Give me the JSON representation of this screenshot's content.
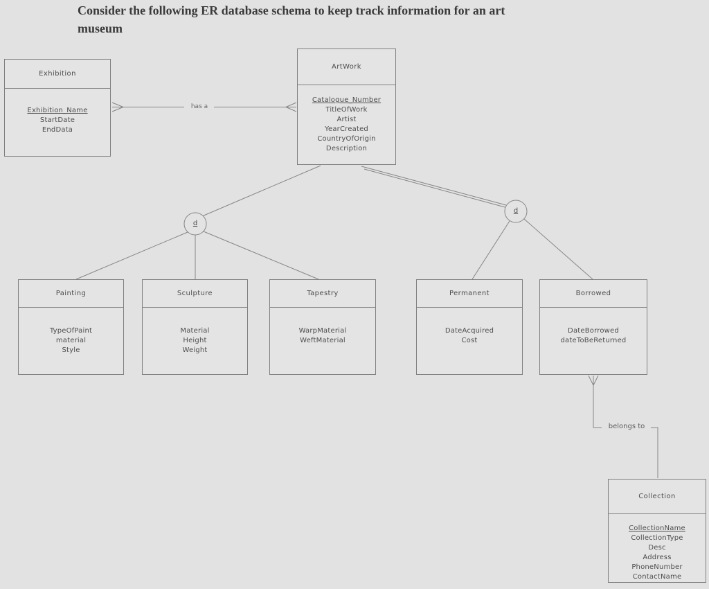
{
  "title": {
    "line1": "Consider the following ER database schema to keep track information for an art",
    "line2": "museum"
  },
  "relationships": {
    "has_a_label": "has a",
    "belongs_to_label": "belongs to"
  },
  "specializations": {
    "left_label": "d",
    "right_label": "d"
  },
  "entities": {
    "exhibition": {
      "name": "Exhibition",
      "attributes": [
        "Exhibition_Name",
        "StartDate",
        "EndData"
      ]
    },
    "artwork": {
      "name": "ArtWork",
      "attributes": [
        "Catalogue_Number",
        "TitleOfWork",
        "Artist",
        "YearCreated",
        "CountryOfOrigin",
        "Description"
      ]
    },
    "painting": {
      "name": "Painting",
      "attributes": [
        "TypeOfPaint",
        "material",
        "Style"
      ]
    },
    "sculpture": {
      "name": "Sculpture",
      "attributes": [
        "Material",
        "Height",
        "Weight"
      ]
    },
    "tapestry": {
      "name": "Tapestry",
      "attributes": [
        "WarpMaterial",
        "WeftMaterial"
      ]
    },
    "permanent": {
      "name": "Permanent",
      "attributes": [
        "DateAcquired",
        "Cost"
      ]
    },
    "borrowed": {
      "name": "Borrowed",
      "attributes": [
        "DateBorrowed",
        "dateToBeReturned"
      ]
    },
    "collection": {
      "name": "Collection",
      "attributes": [
        "CollectionName",
        "CollectionType",
        "Desc",
        "Address",
        "PhoneNumber",
        "ContactName"
      ]
    }
  }
}
